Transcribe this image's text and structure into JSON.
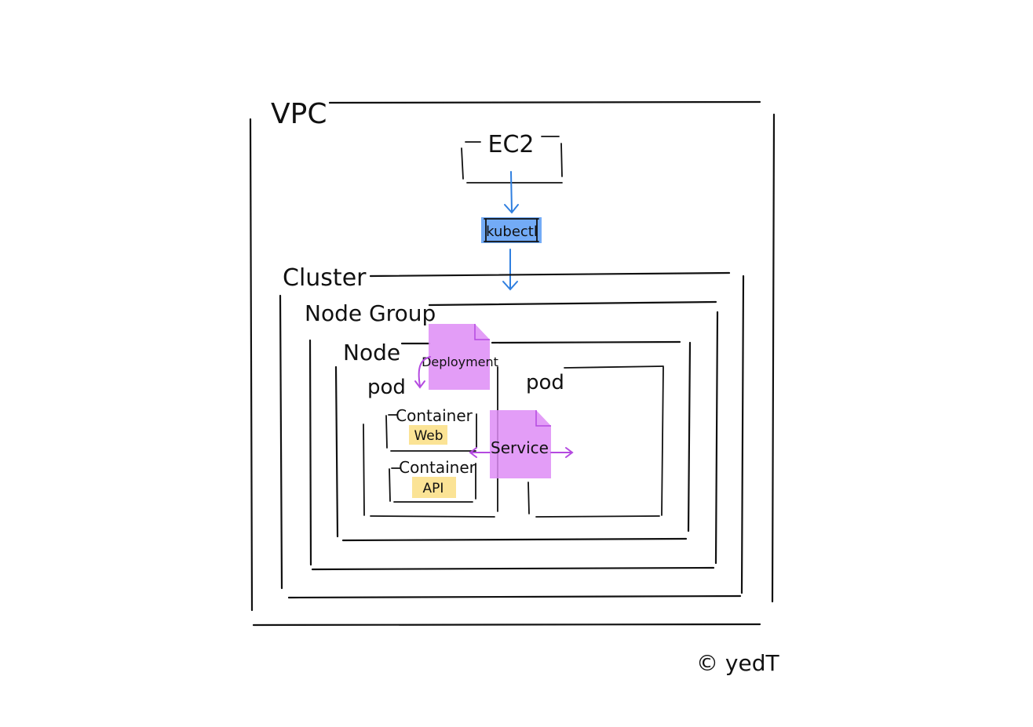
{
  "labels": {
    "vpc": "VPC",
    "ec2": "EC2",
    "kubectl": "kubectl",
    "cluster": "Cluster",
    "node_group": "Node Group",
    "node": "Node",
    "deployment": "Deployment",
    "pod_left": "pod",
    "pod_right": "pod",
    "service": "Service",
    "container_web": "Container",
    "web": "Web",
    "container_api": "Container",
    "api": "API",
    "copyright": "© yedT"
  },
  "colors": {
    "ink": "#111111",
    "kubectl_fill": "#5b9cf5",
    "kubectl_arrow": "#2f7fe0",
    "k8s_object_fill": "#de8cf6",
    "k8s_object_arrow": "#b44ae0",
    "tag_fill": "#fbe08a"
  },
  "icons": {
    "deployment": "document-icon",
    "service": "document-icon"
  }
}
